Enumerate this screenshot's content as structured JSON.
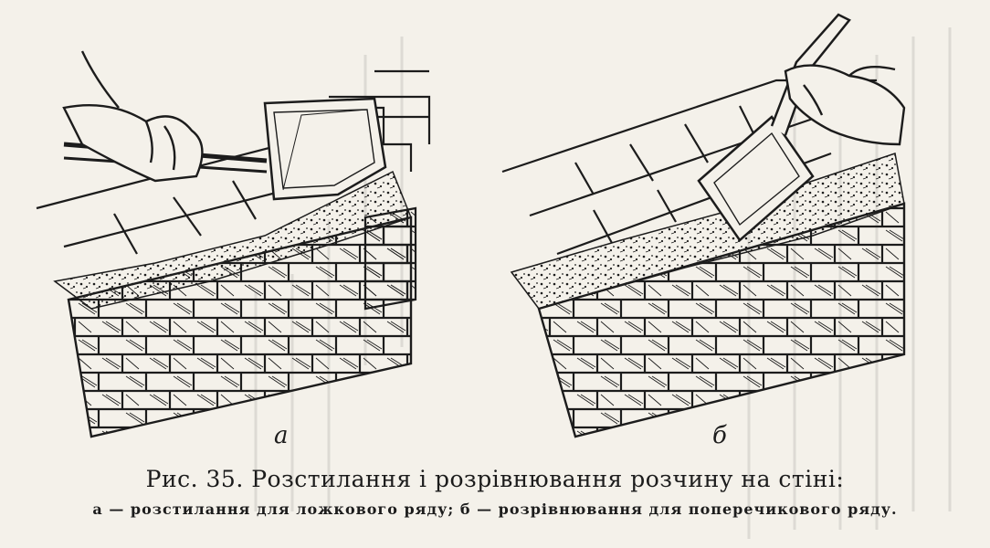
{
  "figure": {
    "label_a": "а",
    "label_b": "б",
    "caption_title": "Рис. 35. Розстилання і розрівнювання розчину на стіні:",
    "caption_sub": "а — розстилання для ложкового ряду; б — розрівнювання для поперечикового ряду."
  },
  "colors": {
    "ink": "#1c1c1c",
    "paper": "#f4f1ea",
    "bleed": "#8c8c8c"
  },
  "icons": {
    "hand_left": "gloved-hand-icon",
    "hand_right": "gloved-hand-icon",
    "shovel": "shovel-icon",
    "trowel": "spreading-tool-icon"
  }
}
